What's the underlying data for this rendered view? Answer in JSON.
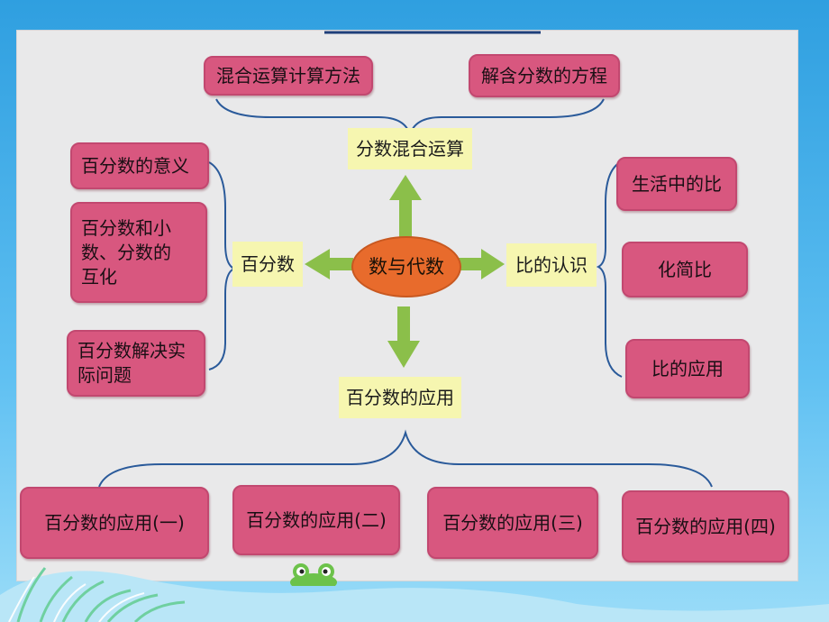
{
  "center": "数与代数",
  "top": {
    "hub": "分数混合运算",
    "items": [
      "混合运算计算方法",
      "解含分数的方程"
    ]
  },
  "left": {
    "hub": "百分数",
    "items": [
      "百分数的意义",
      "百分数和小数、分数的互化",
      "百分数解决实际问题"
    ]
  },
  "right": {
    "hub": "比的认识",
    "items": [
      "生活中的比",
      "化简比",
      "比的应用"
    ]
  },
  "bottom": {
    "hub": "百分数的应用",
    "items": [
      "百分数的应用(一)",
      "百分数的应用(二)",
      "百分数的应用(三)",
      "百分数的应用(四)"
    ]
  },
  "colors": {
    "pink": "#d8577f",
    "yellow": "#f6f6b0",
    "center": "#e86b2c",
    "arrow": "#8bbf4a",
    "line": "#2a5a9a"
  }
}
